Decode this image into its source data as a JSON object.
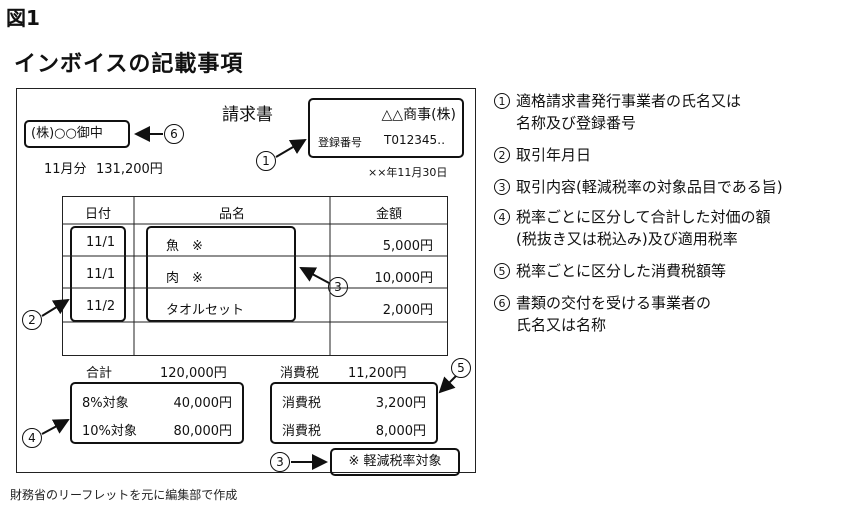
{
  "figure": {
    "number": "図1",
    "title": "インボイスの記載事項",
    "caption": "財務省のリーフレットを元に編集部で作成"
  },
  "invoice": {
    "title": "請求書",
    "recipient": "(株)○○御中",
    "issuer_name": "△△商事(株)",
    "registration_label": "登録番号",
    "registration_number": "T012345‥",
    "date": "××年11月30日",
    "period_total_month": "11月分",
    "period_total_amount": "131,200円",
    "table": {
      "headers": [
        "日付",
        "品名",
        "金額"
      ],
      "rows": [
        {
          "date": "11/1",
          "item": "魚　※",
          "amount": "5,000円"
        },
        {
          "date": "11/1",
          "item": "肉　※",
          "amount": "10,000円"
        },
        {
          "date": "11/2",
          "item": "タオルセット",
          "amount": "2,000円"
        }
      ]
    },
    "summary": {
      "subtotal_label": "合計",
      "subtotal_amount": "120,000円",
      "tax_label": "消費税",
      "tax_amount": "11,200円",
      "rate8_label": "8%対象",
      "rate8_amount": "40,000円",
      "rate10_label": "10%対象",
      "rate10_amount": "80,000円",
      "tax8_label": "消費税",
      "tax8_amount": "3,200円",
      "tax10_label": "消費税",
      "tax10_amount": "8,000円"
    },
    "reduced_note": "※ 軽減税率対象"
  },
  "markers": {
    "m1": "1",
    "m2": "2",
    "m3": "3",
    "m4": "4",
    "m5": "5",
    "m6": "6"
  },
  "legend": [
    {
      "num": "1",
      "line1": "適格請求書発行事業者の氏名又は",
      "line2": "名称及び登録番号"
    },
    {
      "num": "2",
      "line1": "取引年月日",
      "line2": ""
    },
    {
      "num": "3",
      "line1": "取引内容(軽減税率の対象品目である旨)",
      "line2": ""
    },
    {
      "num": "4",
      "line1": "税率ごとに区分して合計した対価の額",
      "line2": "(税抜き又は税込み)及び適用税率"
    },
    {
      "num": "5",
      "line1": "税率ごとに区分した消費税額等",
      "line2": ""
    },
    {
      "num": "6",
      "line1": "書類の交付を受ける事業者の",
      "line2": "氏名又は名称"
    }
  ]
}
